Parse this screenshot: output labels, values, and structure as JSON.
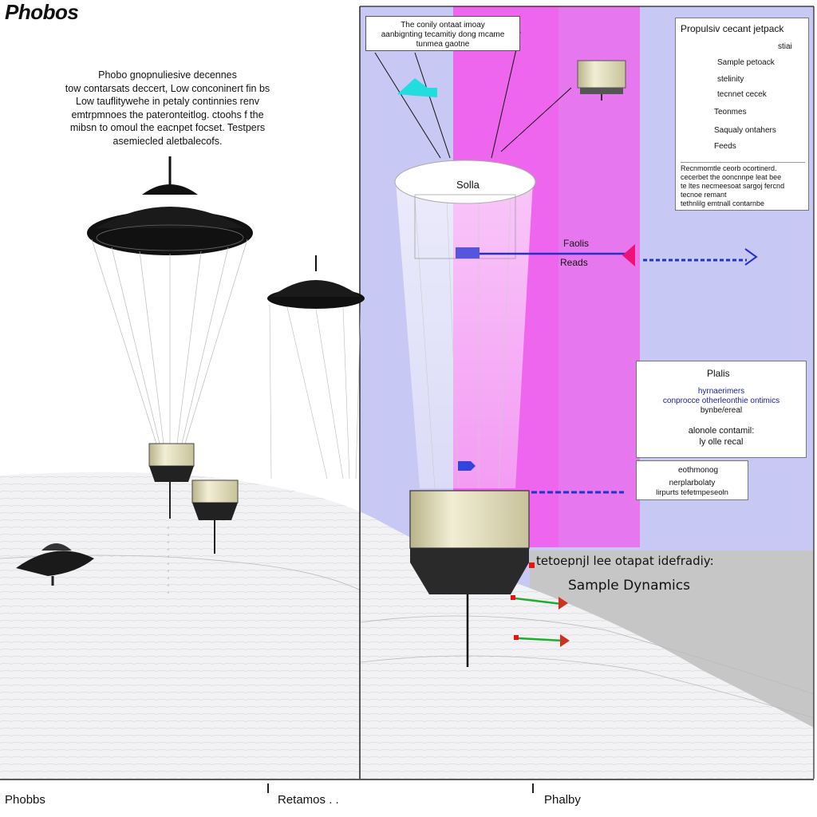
{
  "title": "Phobos",
  "intro_lines": [
    "Phobo gnopnuliesive decennes",
    "tow contarsats deccert, Low conconinert fin bs",
    "Low tauflitywehe in petaly continnies renv",
    "emtrpmnoes the pateronteitlog. ctoohs f the",
    "mibsn to omoul the eacnpet focset. Testpers",
    "asemiecled aletbalecofs."
  ],
  "callout_lines": [
    "The conily ontaat imoay",
    "aanbignting tecamitiy dong mcame",
    "tunmea gaotne"
  ],
  "legend": {
    "title": "Propulsiv cecant jetpack",
    "rows": [
      "stiai",
      "Sample petoack",
      "stelinity",
      "tecnnet cecek",
      "Teonmes",
      "Saqualy ontahers",
      "Feeds"
    ],
    "note_lines": [
      "Recnmomtle ceorb ocortinerd.",
      "cecerbet the ooncnnpe leat bee",
      "te ltes necmeesoat sargoj fercnd",
      "tecnoe remant",
      "tethnlilg emtnall contarnbe"
    ]
  },
  "disk_label": "Solla",
  "flow_left": "Faolis",
  "flow_right": "Reads",
  "panel_box": {
    "title": "Plalis",
    "lines": [
      "hyrnaerimers",
      "conprocce otherleonthie ontimics",
      "bynbe/ereal"
    ],
    "sub_lines": [
      "alonole contamil:",
      "ly olle recal"
    ]
  },
  "small_box_lines": [
    "eothmonog",
    "nerplarbolaty",
    "lirpurts tefetmpeseoln"
  ],
  "annotation": "tetoepnjl lee otapat idefradiy:",
  "sample_dynamics": "Sample Dynamics",
  "bottom": {
    "left": "Phobbs",
    "middle": "Retamos . .",
    "right": "Phalby"
  },
  "colors": {
    "magenta_band": "#ee66ee",
    "lavender_panel": "#c8c8f4",
    "flow_blue": "#2233cc",
    "accent_pink": "#ee1177",
    "cyan_arrow": "#22dddd",
    "ground": "#f2f2f4",
    "cliff": "#c6c6c6",
    "dark_gray": "#222222"
  }
}
